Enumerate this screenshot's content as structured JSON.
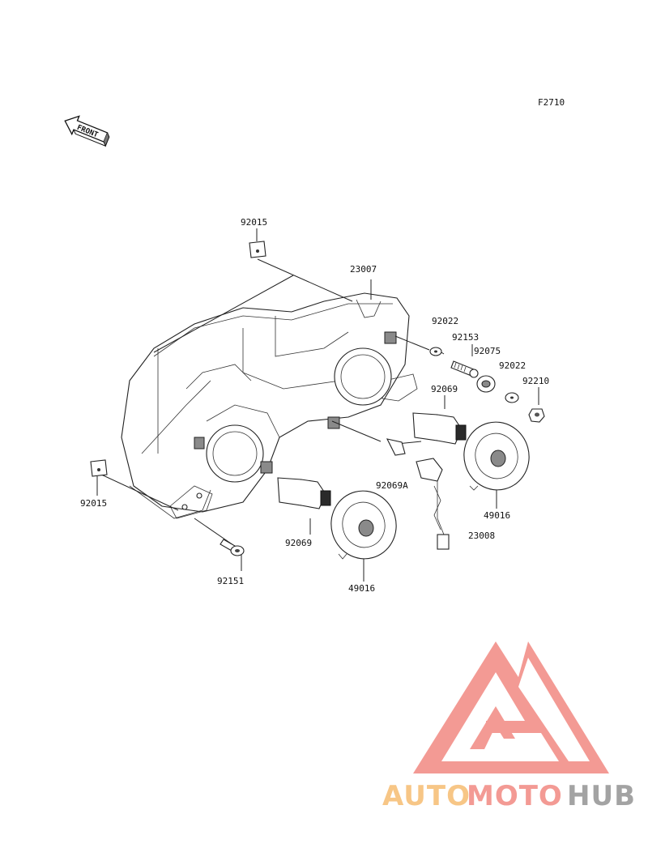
{
  "figure_code": "F2710",
  "front_indicator": "FRONT",
  "watermark": {
    "auto": "AUTO",
    "moto": "MOTO",
    "hub": "HUB"
  },
  "colors": {
    "watermark_orange": "#f7c07a",
    "watermark_pink": "#f29089",
    "watermark_gray": "#9a9a9a"
  },
  "part_labels": {
    "p92015_top": "92015",
    "p23007": "23007",
    "p92022_a": "92022",
    "p92153": "92153",
    "p92075": "92075",
    "p92022_b": "92022",
    "p92069_r": "92069",
    "p92210": "92210",
    "p92069A": "92069A",
    "p49016_r": "49016",
    "p23008": "23008",
    "p92015_left": "92015",
    "p92069_l": "92069",
    "p92151": "92151",
    "p49016_l": "49016"
  }
}
